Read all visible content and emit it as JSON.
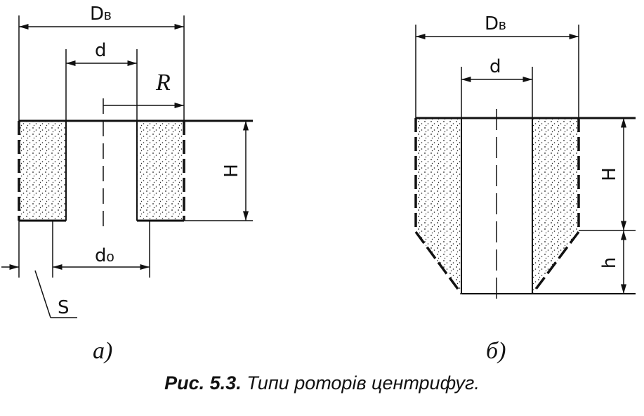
{
  "figure": {
    "caption_number": "Рис. 5.3.",
    "caption_text": " Типи роторів центрифуг.",
    "panel_a": {
      "label": "а)",
      "dims": {
        "D_main": "D",
        "D_sub": "в",
        "d": "d",
        "R": "R",
        "H": "H",
        "d0_main": "d",
        "d0_sub": "o",
        "S": "S"
      }
    },
    "panel_b": {
      "label": "б)",
      "dims": {
        "D_main": "D",
        "D_sub": "в",
        "d": "d",
        "H": "H",
        "h": "h"
      }
    }
  },
  "colors": {
    "ink": "#111111",
    "fill": "#ffffff"
  }
}
